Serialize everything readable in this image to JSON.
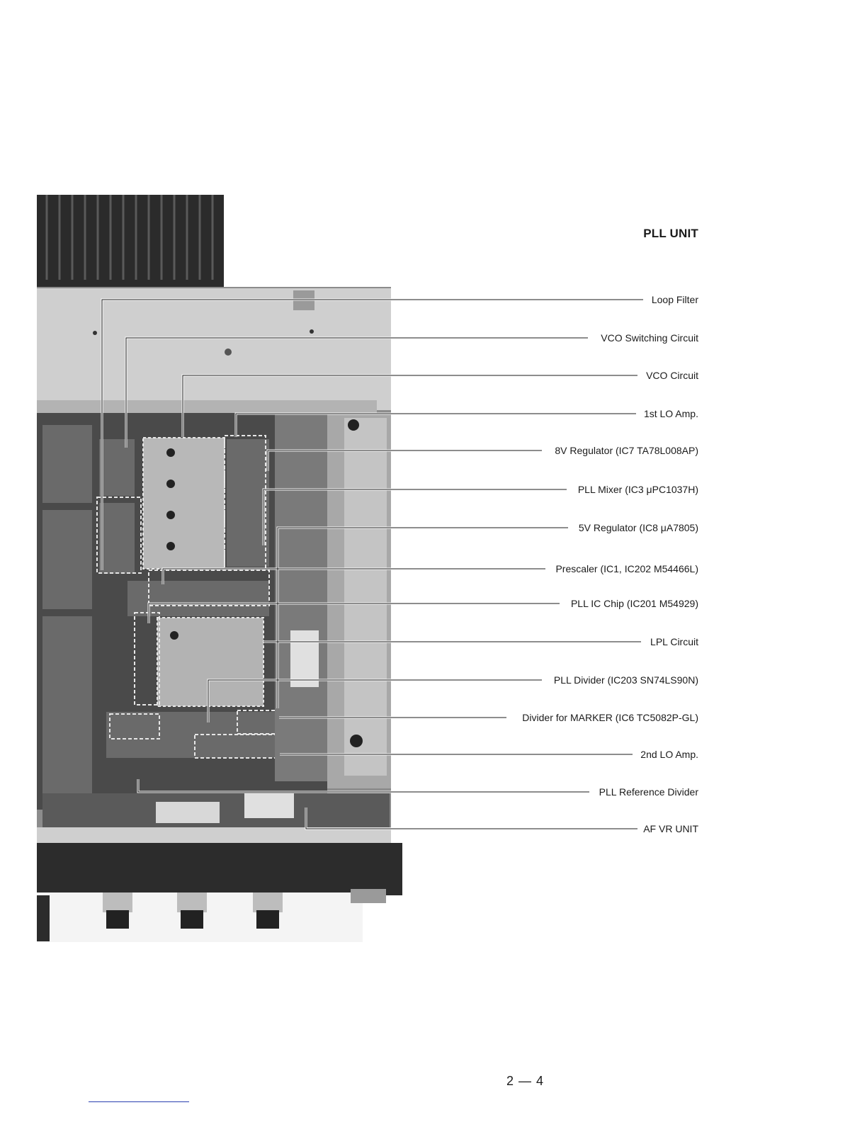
{
  "section_title": "PLL UNIT",
  "callouts": [
    {
      "label": "Loop Filter"
    },
    {
      "label": "VCO Switching Circuit"
    },
    {
      "label": "VCO Circuit"
    },
    {
      "label": "1st LO Amp."
    },
    {
      "label": "8V Regulator (IC7 TA78L008AP)"
    },
    {
      "label": "PLL Mixer (IC3 μPC1037H)"
    },
    {
      "label": "5V Regulator (IC8 μA7805)"
    },
    {
      "label": "Prescaler (IC1, IC202 M54466L)"
    },
    {
      "label": "PLL IC Chip (IC201 M54929)"
    },
    {
      "label": "LPL Circuit"
    },
    {
      "label": "PLL Divider (IC203 SN74LS90N)"
    },
    {
      "label": "Divider for MARKER (IC6 TC5082P-GL)"
    },
    {
      "label": "2nd LO Amp."
    },
    {
      "label": "PLL Reference Divider"
    },
    {
      "label": "AF VR UNIT"
    }
  ],
  "page_number": "2 — 4",
  "colors": {
    "ink": "#1b1b1b",
    "rule": "#2a3fb0"
  }
}
